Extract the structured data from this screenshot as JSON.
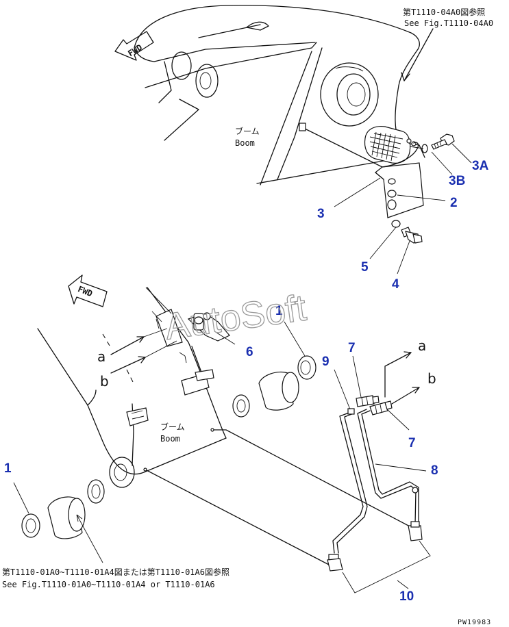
{
  "references": {
    "top_jp": "第T1110-04A0図参照",
    "top_en": "See Fig.T1110-04A0",
    "bottom_jp": "第T1110-01A0~T1110-01A4図または第T1110-01A6図参照",
    "bottom_en": "See Fig.T1110-01A0~T1110-01A4 or T1110-01A6"
  },
  "labels": {
    "boom_jp_upper": "ブーム",
    "boom_en_upper": "Boom",
    "boom_jp_lower": "ブーム",
    "boom_en_lower": "Boom",
    "fwd_upper": "FWD",
    "fwd_lower": "FWD",
    "flow_a": "a",
    "flow_b": "b",
    "flow_a_left": "a",
    "flow_b_left": "b"
  },
  "callouts": {
    "c3a": "3A",
    "c3b": "3B",
    "c2": "2",
    "c3": "3",
    "c5": "5",
    "c4": "4",
    "c1_upper": "1",
    "c6": "6",
    "c7_upper": "7",
    "c9": "9",
    "c7_lower": "7",
    "c8": "8",
    "c1_lower": "1",
    "c10": "10"
  },
  "watermark": "AutoSoft",
  "drawing_code": "PW19983",
  "colors": {
    "line": "#111111",
    "callout": "#1a2fb0",
    "watermark": "#9a9a9a",
    "background": "#ffffff"
  }
}
